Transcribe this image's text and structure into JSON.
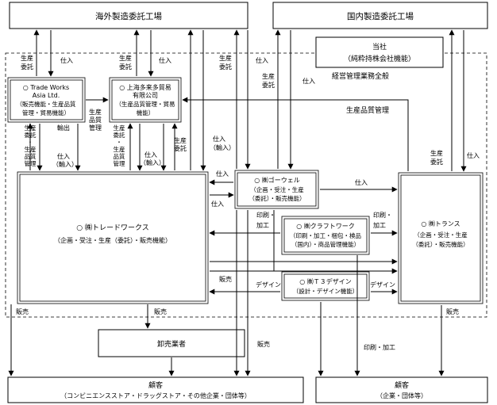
{
  "boxes": {
    "overseas_factory": "海外製造委託工場",
    "domestic_factory": "国内製造委託工場",
    "company_title": "当社",
    "company_sub": "（純粋持株会社機能）",
    "management": "経営管理業務全般",
    "tradeworks_asia": [
      "○ Trade Works",
      "Asia Ltd.",
      "（販売機能・生産品質",
      "管理・貿易機能）"
    ],
    "shanghai": [
      "○ 上海多来多貿易",
      "有限公司",
      "（生産品質管理・貿易",
      "機能）"
    ],
    "gowell": [
      "○ ㈱ゴーウェル",
      "（企画・受注・生産",
      "（委託）・販売機能）"
    ],
    "trade_works_main": [
      "○ ㈱トレードワークス",
      "（企画・受注・生産（委託）・販売機能）"
    ],
    "craft_work": [
      "○ ㈱クラフトワーク",
      "（印刷・加工・梱包・検品",
      "（国内）・商品管理機能）"
    ],
    "t3_design": [
      "○ ㈱Ｔ３デザイン",
      "（設計・デザイン機能）"
    ],
    "trans": [
      "○ ㈱トランス",
      "（企画・受注・生産",
      "（委託）・販売機能）"
    ],
    "wholesaler": "卸売業者",
    "customer_left": [
      "顧客",
      "（コンビニエンスストア・ドラッグストア・その他企業・団体等）"
    ],
    "customer_right": [
      "顧客",
      "（企業・団体等）"
    ]
  },
  "labels": {
    "seisan_itaku": [
      "生産",
      "委託"
    ],
    "shiire": "仕入",
    "seisan_hinshitsu_kanri": [
      "生産",
      "品質",
      "管理"
    ],
    "seisan_hinshitsu_kanri_long": "生産品質管理",
    "yushutsu": "輸出",
    "shiire_yunyu": [
      "仕入",
      "（輸入）"
    ],
    "seisan_itaku_dot_hinshitsu": [
      "生産",
      "委託",
      "・",
      "生産",
      "品質",
      "管理"
    ],
    "insatsu_kako": [
      "印刷・",
      "加工"
    ],
    "hanbai": "販売",
    "design": "デザイン",
    "insatsu_kako_inline": "印刷・加工"
  }
}
